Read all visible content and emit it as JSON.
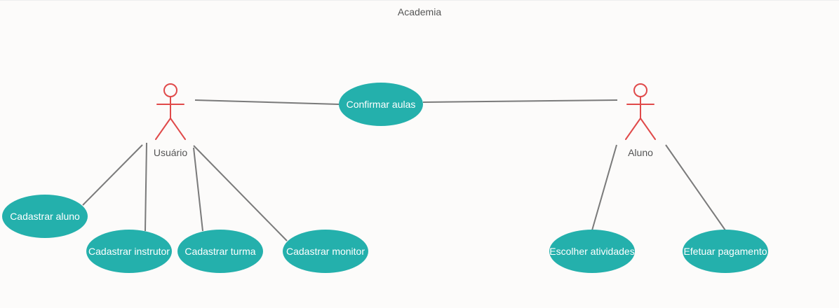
{
  "diagram": {
    "title": "Academia",
    "colors": {
      "use_case_fill": "#24b0ac",
      "actor_stroke": "#e04a4a",
      "association_stroke": "#7a7a7a",
      "use_case_text": "#ffffff"
    },
    "actors": [
      {
        "id": "usuario",
        "label": "Usuário"
      },
      {
        "id": "aluno",
        "label": "Aluno"
      }
    ],
    "use_cases": [
      {
        "id": "confirmar-aulas",
        "label": "Confirmar aulas"
      },
      {
        "id": "cadastrar-aluno",
        "label": "Cadastrar aluno"
      },
      {
        "id": "cadastrar-instrutor",
        "label": "Cadastrar instrutor"
      },
      {
        "id": "cadastrar-turma",
        "label": "Cadastrar turma"
      },
      {
        "id": "cadastrar-monitor",
        "label": "Cadastrar monitor"
      },
      {
        "id": "escolher-atividades",
        "label": "Escolher atividades"
      },
      {
        "id": "efetuar-pagamento",
        "label": "Efetuar pagamento"
      }
    ],
    "associations": [
      {
        "from": "usuario",
        "to": "confirmar-aulas"
      },
      {
        "from": "aluno",
        "to": "confirmar-aulas"
      },
      {
        "from": "usuario",
        "to": "cadastrar-aluno"
      },
      {
        "from": "usuario",
        "to": "cadastrar-instrutor"
      },
      {
        "from": "usuario",
        "to": "cadastrar-turma"
      },
      {
        "from": "usuario",
        "to": "cadastrar-monitor"
      },
      {
        "from": "aluno",
        "to": "escolher-atividades"
      },
      {
        "from": "aluno",
        "to": "efetuar-pagamento"
      }
    ]
  }
}
